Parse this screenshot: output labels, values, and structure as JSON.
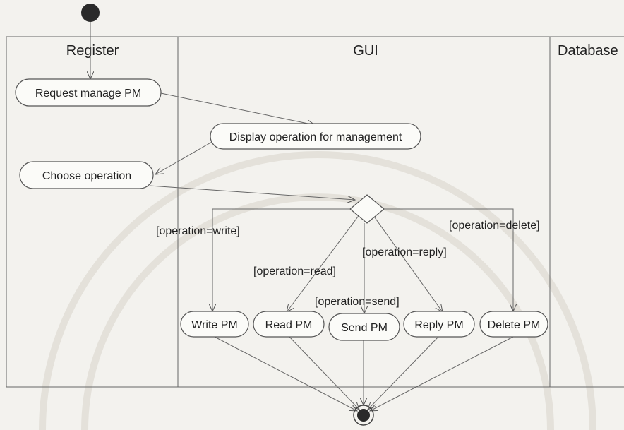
{
  "swimlanes": [
    "Register",
    "GUI",
    "Database"
  ],
  "nodes": {
    "request_manage_pm": "Request manage PM",
    "display_operation": "Display operation for management",
    "choose_operation": "Choose operation",
    "write_pm": "Write PM",
    "read_pm": "Read PM",
    "send_pm": "Send PM",
    "reply_pm": "Reply PM",
    "delete_pm": "Delete PM"
  },
  "guards": {
    "write": "[operation=write]",
    "read": "[operation=read]",
    "send": "[operation=send]",
    "reply": "[operation=reply]",
    "delete": "[operation=delete]"
  }
}
